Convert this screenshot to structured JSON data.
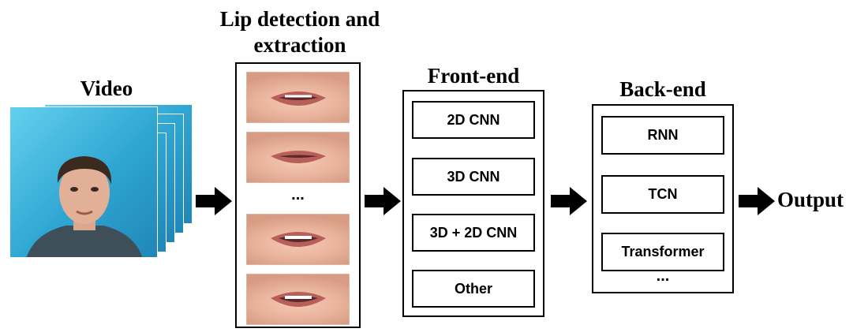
{
  "headings": {
    "video": "Video",
    "lip_line1": "Lip detection and",
    "lip_line2": "extraction",
    "frontend": "Front-end",
    "backend": "Back-end",
    "output": "Output"
  },
  "lip_frames": {
    "ellipsis": "..."
  },
  "frontend_items": [
    "2D CNN",
    "3D CNN",
    "3D + 2D CNN",
    "Other"
  ],
  "backend_items": [
    "RNN",
    "TCN",
    "Transformer"
  ],
  "backend_ellipsis": "...",
  "colors": {
    "stroke": "#000000",
    "video_bg": "#2fa6d2",
    "skin": "#eab49c"
  }
}
